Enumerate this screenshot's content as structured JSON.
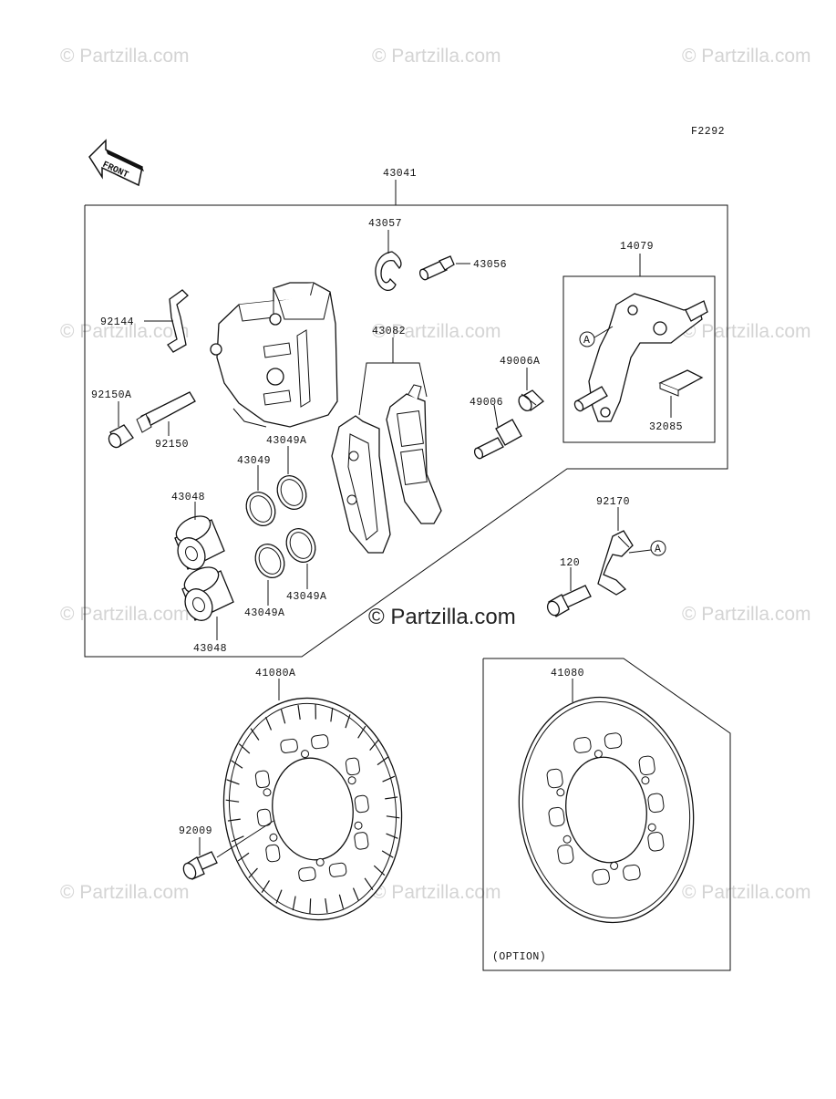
{
  "figure_code": "F2292",
  "front_arrow_text": "FRONT",
  "watermark_text": "© Partzilla.com",
  "center_watermark_text": "© Partzilla.com",
  "option_label": "(OPTION)",
  "parts": {
    "p43041": "43041",
    "p43057": "43057",
    "p43056": "43056",
    "p14079": "14079",
    "p92144": "92144",
    "p43082": "43082",
    "p49006A": "49006A",
    "p49006": "49006",
    "p92150A": "92150A",
    "p92150": "92150",
    "p43049A_top": "43049A",
    "p43049": "43049",
    "p43048_top": "43048",
    "p43049A_bot": "43049A",
    "p43049A_mid": "43049A",
    "p43048_bot": "43048",
    "p32085": "32085",
    "p92170": "92170",
    "p120": "120",
    "p41080A": "41080A",
    "p41080": "41080",
    "p92009": "92009"
  },
  "callout_a": "A"
}
